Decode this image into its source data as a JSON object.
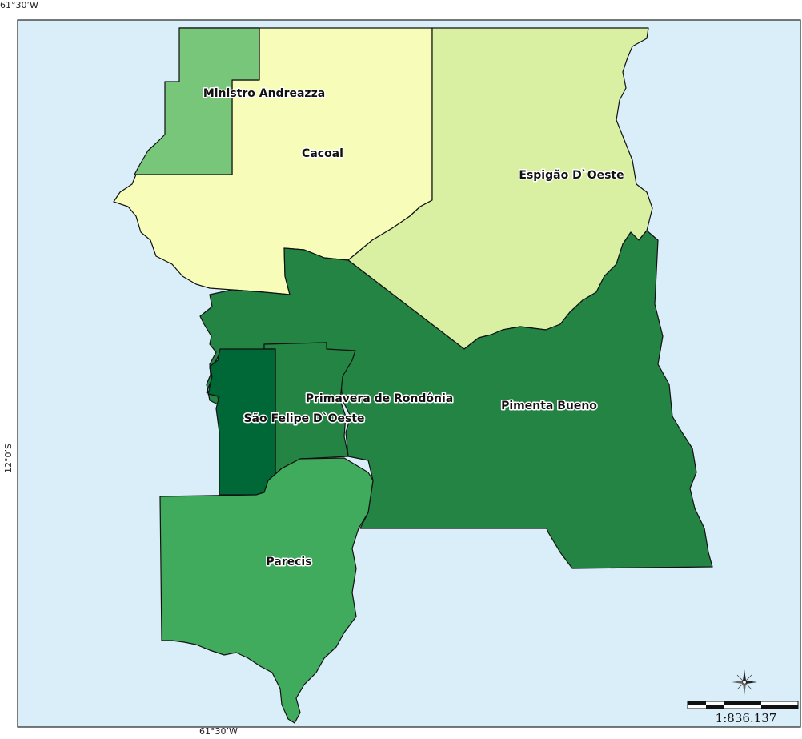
{
  "frame": {
    "lon_top": "61°30’W",
    "lon_bottom": "61°30’W",
    "lat_left": "12°0’S"
  },
  "municipalities": [
    {
      "id": "ministro-andreazza",
      "name": "Ministro Andreazza",
      "color": "#78c679"
    },
    {
      "id": "cacoal",
      "name": "Cacoal",
      "color": "#f7fcb9"
    },
    {
      "id": "espigao-d-oeste",
      "name": "Espigão D`Oeste",
      "color": "#d9f0a3"
    },
    {
      "id": "pimenta-bueno",
      "name": "Pimenta Bueno",
      "color": "#238443"
    },
    {
      "id": "primavera-de-rondonia",
      "name": "Primavera de Rondônia",
      "color": "#238443"
    },
    {
      "id": "sao-felipe-d-oeste",
      "name": "São Felipe D`Oeste",
      "color": "#006837"
    },
    {
      "id": "parecis",
      "name": "Parecis",
      "color": "#41ab5d"
    }
  ],
  "colors": {
    "water": "#d9eef9",
    "border": "#111111"
  },
  "scale_bar": {
    "label": "1:836.137"
  },
  "icons": {
    "north_arrow": "compass-rose-icon"
  }
}
